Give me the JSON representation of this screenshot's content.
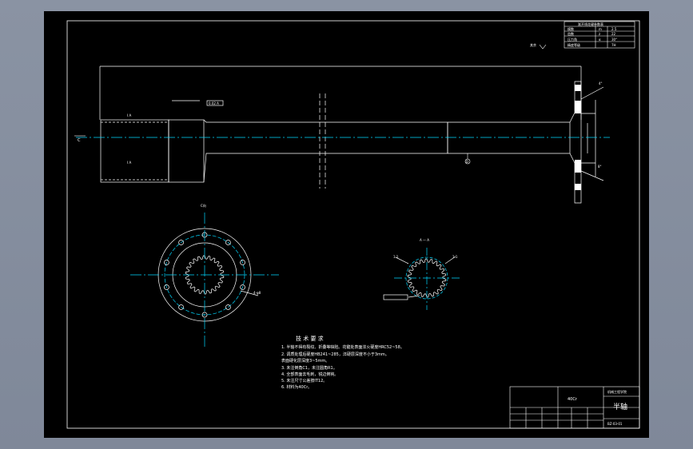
{
  "viewer": {
    "background_color": "#8a93a3",
    "sheet_color": "#000000",
    "line_color": "#ffffff",
    "center_line_color": "#00d8ff"
  },
  "drawing": {
    "part_name": "半轴",
    "view_label_c": "C",
    "section_marker_a_top": "I A",
    "section_marker_a_bottom": "I A",
    "section_title": "A — A",
    "end_view_label": "C向",
    "datum_label": "D",
    "roughness_note": "其余",
    "tech_requirements": {
      "title": "技 术 要 求",
      "items": [
        "1. 半轴不得有裂纹、折叠等缺陷。花键处表面淬火硬度HRC52~58。",
        "2. 调质处理后硬度HB241~285，淬硬层深度不小于3mm。",
        "   表面硬化层深度3~5mm。",
        "3. 未注倒角C1，未注圆角R1。",
        "4. 全部表面去毛刺，锐边倒钝。",
        "5. 未注尺寸公差按IT12。",
        "6. 材料为40Cr。"
      ]
    },
    "spline_table": {
      "title": "渐开线花键参数表",
      "rows": [
        [
          "模数",
          "m",
          "2.5"
        ],
        [
          "齿数",
          "z",
          "22"
        ],
        [
          "压力角",
          "α",
          "30°"
        ],
        [
          "精度等级",
          "",
          "7H"
        ]
      ]
    },
    "title_block": {
      "name": "半轴",
      "school": "机械工程学院",
      "drawing_no": "BZ-03-01"
    }
  }
}
